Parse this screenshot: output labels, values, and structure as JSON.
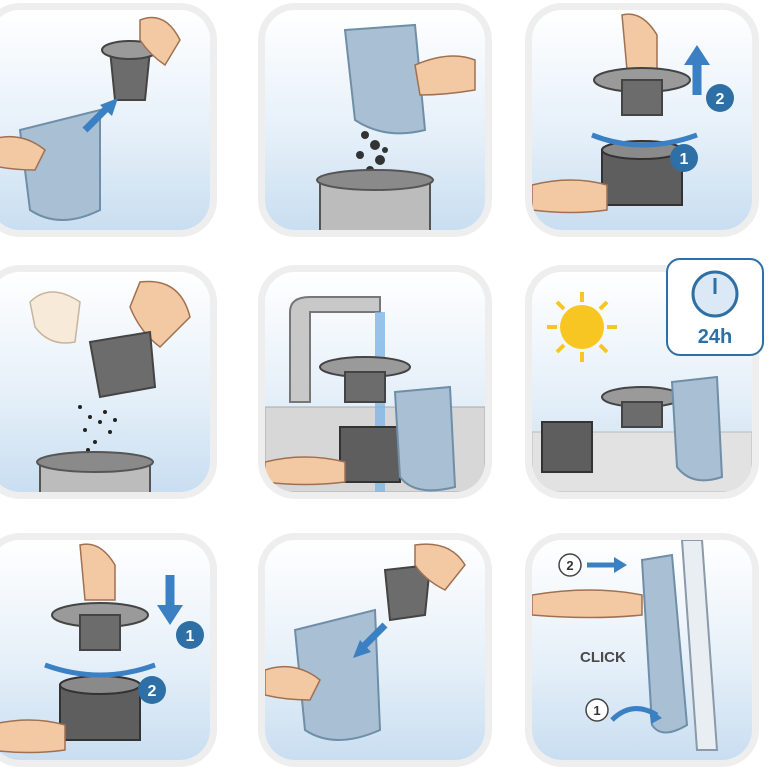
{
  "steps": [
    {
      "id": 1,
      "badges": []
    },
    {
      "id": 2,
      "badges": []
    },
    {
      "id": 3,
      "badges": [
        "2",
        "1"
      ]
    },
    {
      "id": 4,
      "badges": []
    },
    {
      "id": 5,
      "badges": []
    },
    {
      "id": 6,
      "badges": []
    },
    {
      "id": 7,
      "badges": [
        "1",
        "2"
      ]
    },
    {
      "id": 8,
      "badges": []
    },
    {
      "id": 9,
      "badges": [
        "2",
        "1"
      ]
    }
  ],
  "timer": {
    "label": "24h",
    "icon": "clock-icon"
  },
  "click_label": "CLICK",
  "colors": {
    "accent": "#2e6fa6",
    "badge": "#2e6fa6",
    "panel_border": "#eeeeee",
    "skin": "#f3c9a4"
  }
}
